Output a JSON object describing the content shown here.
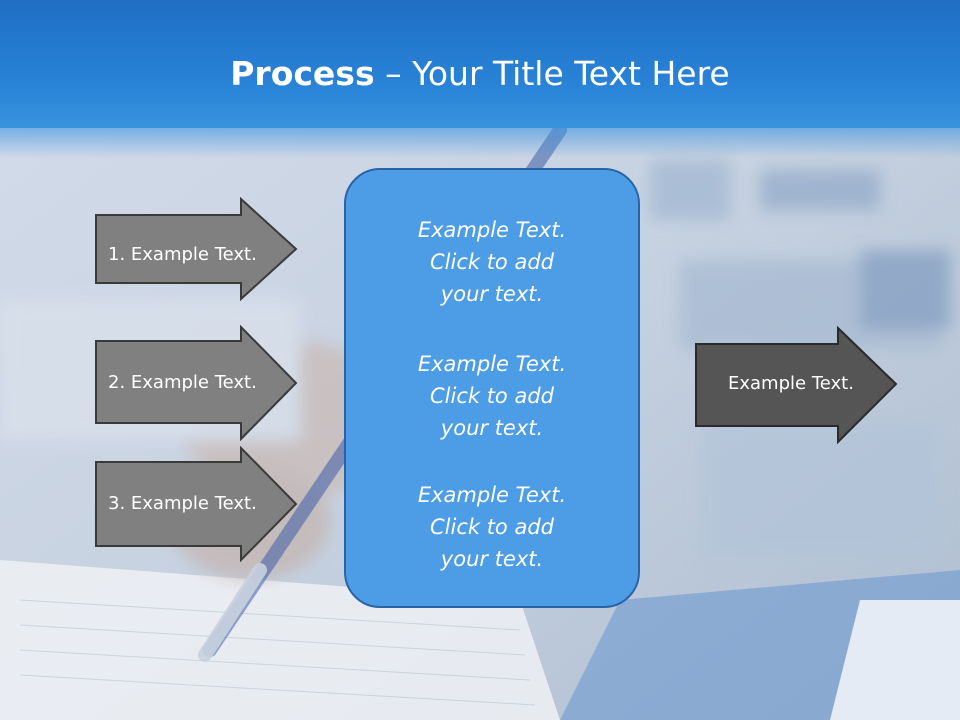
{
  "title": {
    "bold": "Process",
    "dash": "–",
    "rest": "Your Title Text Here"
  },
  "left_arrows": [
    {
      "label": "1. Example Text."
    },
    {
      "label": "2. Example Text."
    },
    {
      "label": "3. Example Text."
    }
  ],
  "center_box": {
    "blocks": [
      {
        "line1": "Example Text.",
        "line2": "Click  to add",
        "line3": "your text."
      },
      {
        "line1": "Example Text.",
        "line2": "Click  to add",
        "line3": "your text."
      },
      {
        "line1": "Example Text.",
        "line2": "Click  to add",
        "line3": "your text."
      }
    ]
  },
  "right_arrow": {
    "label": "Example Text."
  },
  "colors": {
    "title_bar": "#2a84d8",
    "left_arrow_fill": "#808080",
    "right_arrow_fill": "#555555",
    "center_box_fill": "#4d9ce6",
    "center_box_border": "#2a64a8"
  }
}
